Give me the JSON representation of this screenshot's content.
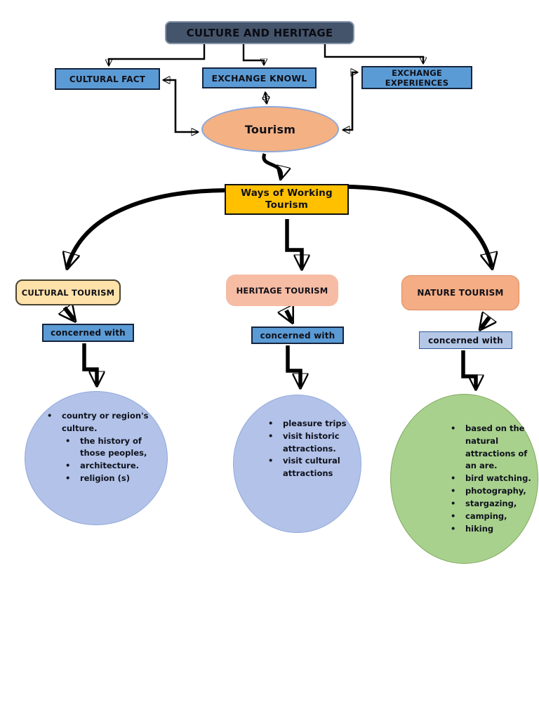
{
  "diagram": {
    "root": {
      "label": "CULTURE AND HERITAGE",
      "fill": "#44546A"
    },
    "level1": [
      {
        "label": "CULTURAL FACT",
        "fill": "#5B9BD5"
      },
      {
        "label": "EXCHANGE KNOWL",
        "fill": "#5B9BD5"
      },
      {
        "label": "EXCHANGE EXPERIENCES",
        "fill": "#5B9BD5"
      }
    ],
    "tourism": {
      "label": "Tourism",
      "fill": "#F4B183"
    },
    "ways": {
      "line1": "Ways of Working",
      "line2": "Tourism",
      "fill": "#FFC000"
    },
    "branches": [
      {
        "label": "CULTURAL TOURISM",
        "fill": "#FFE2A9",
        "connector_label": "concerned with",
        "connector_fill": "#5B9BD5",
        "detail_fill": "#B3C2E8",
        "items": [
          "country or region's culture."
        ],
        "subitems": [
          "the history of those peoples,",
          "architecture.",
          "religion (s)"
        ]
      },
      {
        "label": "HERITAGE TOURISM",
        "fill": "#F6BCA4",
        "connector_label": "concerned with",
        "connector_fill": "#5B9BD5",
        "detail_fill": "#B3C2E8",
        "items": [
          "pleasure trips",
          "visit historic attractions.",
          "visit cultural attractions"
        ]
      },
      {
        "label": "NATURE TOURISM",
        "fill": "#F4AD84",
        "connector_label": "concerned with",
        "connector_fill": "#B4C7E7",
        "detail_fill": "#A9D18E",
        "items": [
          "based on the natural attractions of an are.",
          "bird watching.",
          "photography,",
          "stargazing,",
          "camping,",
          "hiking"
        ]
      }
    ],
    "arrow_color": "#000000"
  }
}
